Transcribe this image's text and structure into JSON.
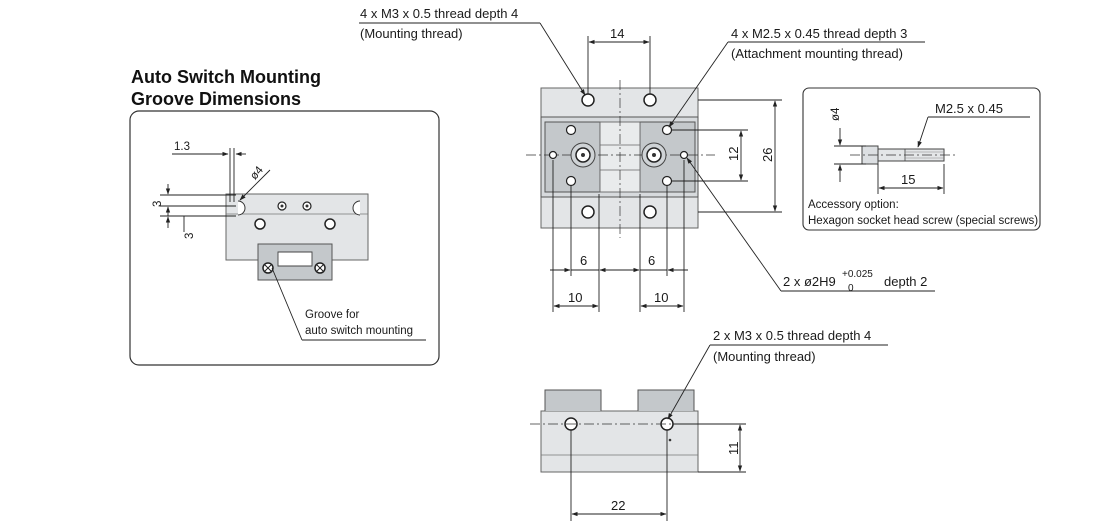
{
  "inset": {
    "title_line1": "Auto Switch Mounting",
    "title_line2": "Groove Dimensions",
    "dim_1_3": "1.3",
    "dim_phi4": "ø4",
    "dim_3_top": "3",
    "dim_3_bottom": "3",
    "groove_label_line1": "Groove for",
    "groove_label_line2": "auto switch mounting"
  },
  "top_view": {
    "callout_mount_line1": "4 x M3 x 0.5 thread depth 4",
    "callout_mount_line2": "(Mounting thread)",
    "callout_attach_line1": "4 x M2.5 x 0.45 thread depth 3",
    "callout_attach_line2": "(Attachment mounting thread)",
    "callout_pin_prefix": "2 x ø2H9",
    "callout_pin_tol_upper": "+0.025",
    "callout_pin_tol_lower": "0",
    "callout_pin_suffix": "depth 2",
    "dim_14": "14",
    "dim_12": "12",
    "dim_26": "26",
    "dim_6_left": "6",
    "dim_6_right": "6",
    "dim_10_left": "10",
    "dim_10_right": "10"
  },
  "accessory": {
    "dim_phi4": "ø4",
    "screw_label": "M2.5 x 0.45",
    "dim_15": "15",
    "note_line1": "Accessory option:",
    "note_line2": "Hexagon socket head screw (special screws)"
  },
  "side_view": {
    "callout_line1": "2 x M3 x 0.5 thread depth 4",
    "callout_line2": "(Mounting thread)",
    "dim_11": "11",
    "dim_22": "22"
  }
}
